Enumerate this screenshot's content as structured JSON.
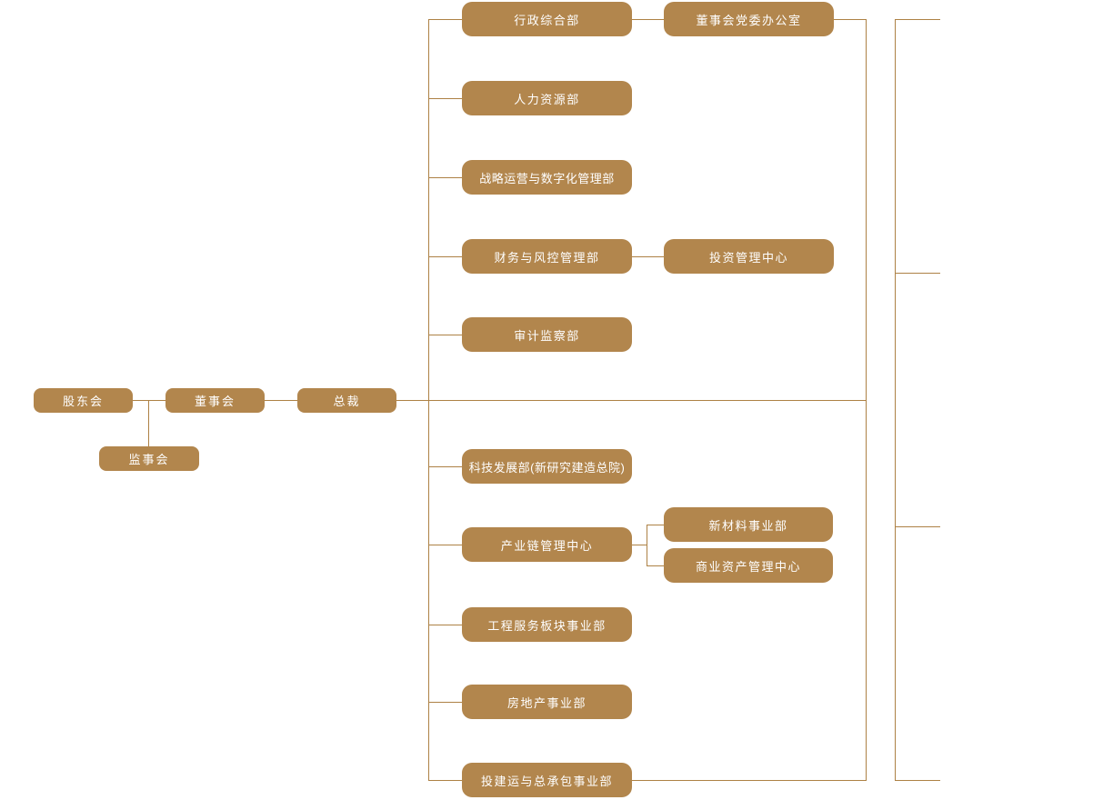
{
  "colors": {
    "node_fill": "#b2864d",
    "node_text": "#ffffff",
    "line": "#ad8145",
    "background": "#ffffff"
  },
  "nodes": {
    "governance": {
      "shareholders": "股东会",
      "board": "董事会",
      "president": "总裁",
      "supervisory": "监事会"
    },
    "departments": {
      "admin": "行政综合部",
      "party_office": "董事会党委办公室",
      "hr": "人力资源部",
      "strategy": "战略运营与数字化管理部",
      "finance": "财务与风控管理部",
      "investment": "投资管理中心",
      "audit": "审计监察部",
      "tech": "科技发展部(新研究建造总院)",
      "industry_chain": "产业链管理中心",
      "new_materials": "新材料事业部",
      "commercial_assets": "商业资产管理中心",
      "engineering": "工程服务板块事业部",
      "real_estate": "房地产事业部",
      "epc": "投建运与总承包事业部"
    }
  }
}
